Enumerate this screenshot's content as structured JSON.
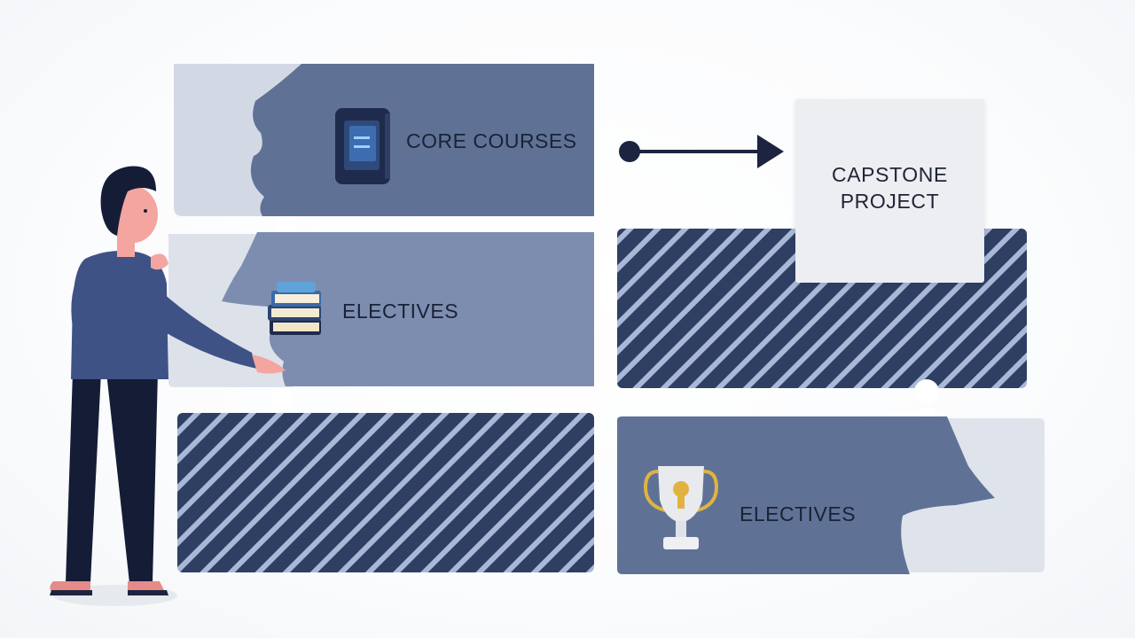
{
  "diagram": {
    "blocks": [
      {
        "id": "core",
        "label": "CORE COURSES",
        "icon": "book-icon"
      },
      {
        "id": "electives-1",
        "label": "ELECTIVES",
        "icon": "books-stack-icon"
      },
      {
        "id": "electives-2",
        "label": "ELECTIVES",
        "icon": "trophy-icon"
      },
      {
        "id": "capstone",
        "label_line1": "CAPSTONE",
        "label_line2": "PROJECT"
      }
    ],
    "connector": {
      "from": "core",
      "to": "capstone",
      "icon": "arrow-right-icon"
    }
  },
  "colors": {
    "panel_slate": "#5f7296",
    "panel_light": "#7d8db0",
    "panel_pale": "#d3d9e4",
    "hatch_dark": "#2e3f63",
    "hatch_stripe": "#a9b8d6",
    "capstone_bg": "#eceef2",
    "arrow": "#1c2440",
    "figure_shirt": "#3e5286",
    "figure_pants": "#151d36",
    "trophy_gold": "#e0b341"
  }
}
